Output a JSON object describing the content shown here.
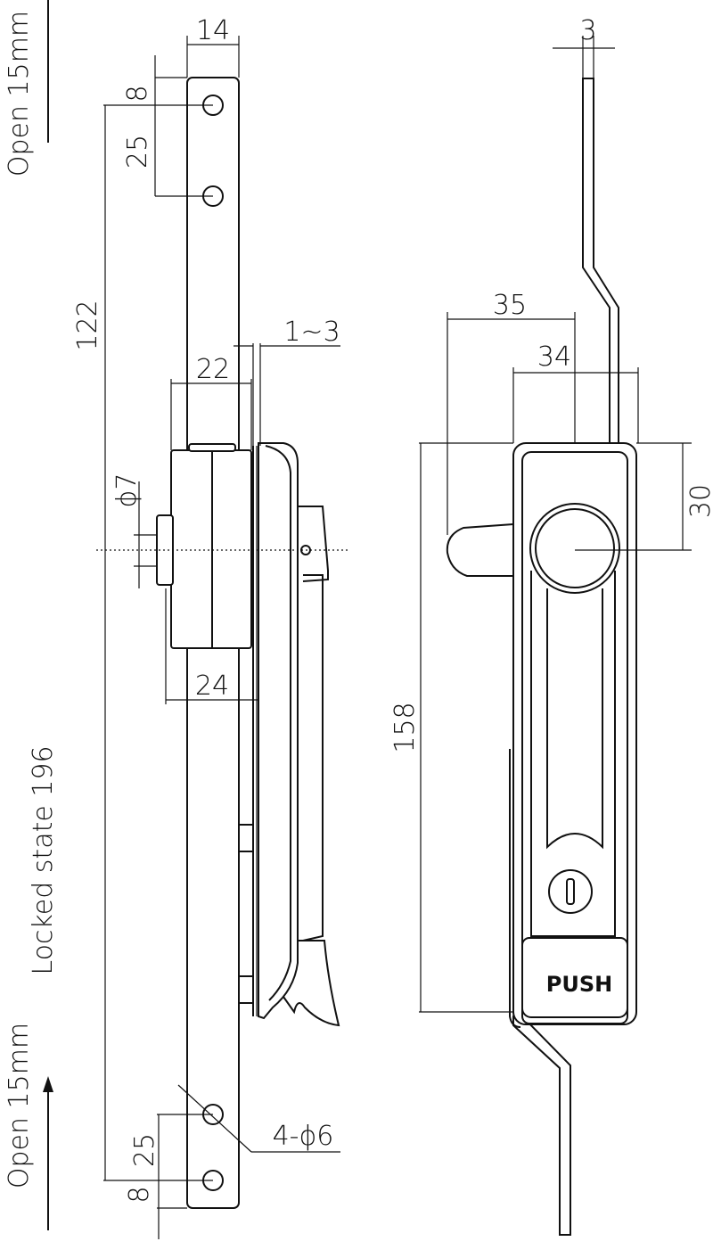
{
  "side_view": {
    "top_width_dim": "14",
    "top_hole_offset_dim": "8",
    "top_hole_spacing_dim": "25",
    "open_top_label": "Open 15mm",
    "length_dim": "122",
    "gap_dim": "1~3",
    "body_width_dim": "22",
    "shaft_dia_dim": "ϕ7",
    "overall_depth_dim": "24",
    "locked_state_label": "Locked state 196",
    "hole_spec_dim": "4-ϕ6",
    "open_bottom_label": "Open 15mm",
    "bottom_hole_spacing_dim": "25",
    "bottom_hole_offset_dim": "8"
  },
  "front_view": {
    "rod_thickness_dim": "3",
    "handle_reach_dim": "35",
    "handle_width_dim": "34",
    "pivot_offset_dim": "30",
    "body_length_dim": "158",
    "push_label": "PUSH"
  },
  "icons": [
    "arrow-up-icon",
    "keyhole-icon"
  ]
}
